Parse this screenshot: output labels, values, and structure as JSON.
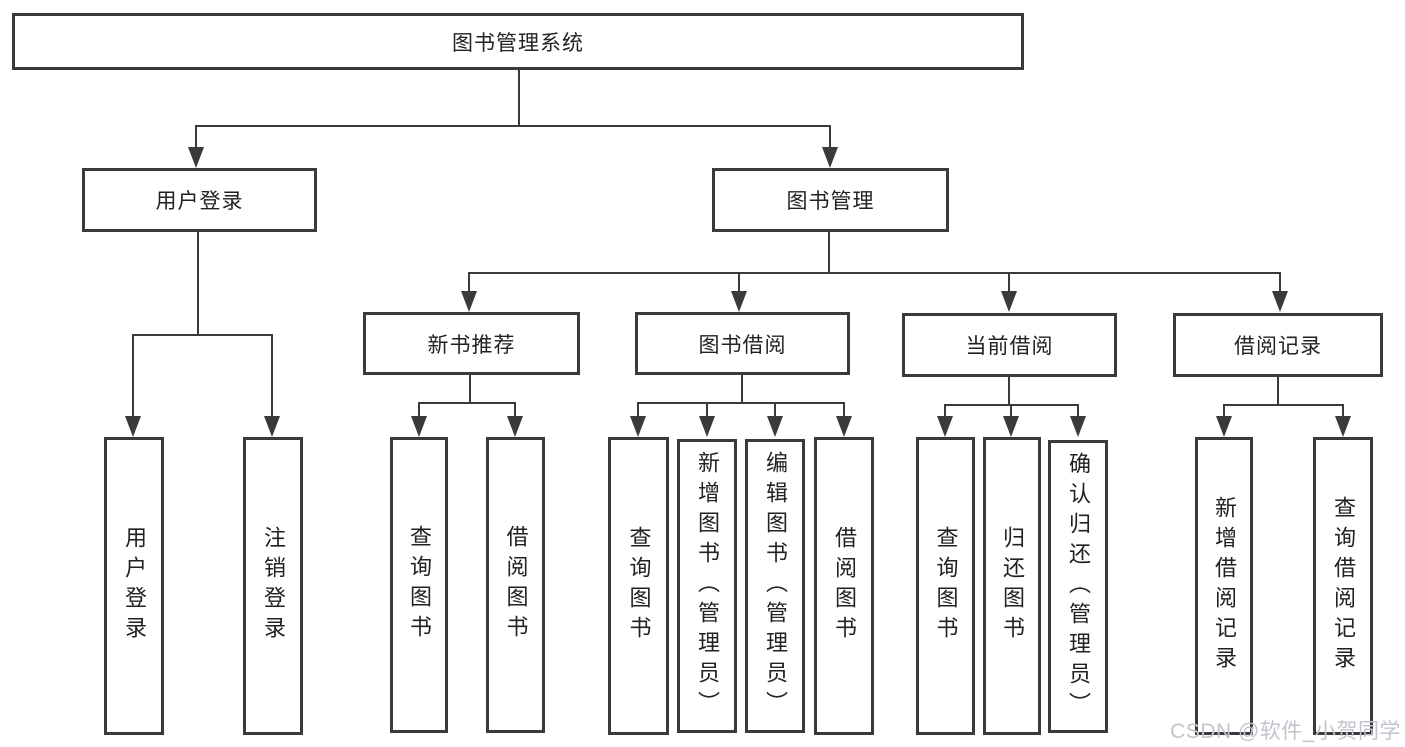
{
  "diagram_title": "图书管理系统",
  "nodes": {
    "root": "图书管理系统",
    "user_login": "用户登录",
    "book_mgmt": "图书管理",
    "new_book_rec": "新书推荐",
    "book_borrow": "图书借阅",
    "current_borrow": "当前借阅",
    "borrow_record": "借阅记录",
    "leaf_login": "用户登录",
    "leaf_logout": "注销登录",
    "rec_query": "查询图书",
    "rec_borrow": "借阅图书",
    "bb_query": "查询图书",
    "bb_add": "新增图书（管理员）",
    "bb_edit": "编辑图书（管理员）",
    "bb_borrow": "借阅图书",
    "cb_query": "查询图书",
    "cb_return": "归还图书",
    "cb_confirm": "确认归还（管理员）",
    "br_add": "新增借阅记录",
    "br_query": "查询借阅记录"
  },
  "watermark": "CSDN @软件_小贺同学",
  "colors": {
    "line": "#3a3a3c",
    "text": "#222226",
    "background": "#ffffff",
    "watermark": "#c2c4cc"
  }
}
